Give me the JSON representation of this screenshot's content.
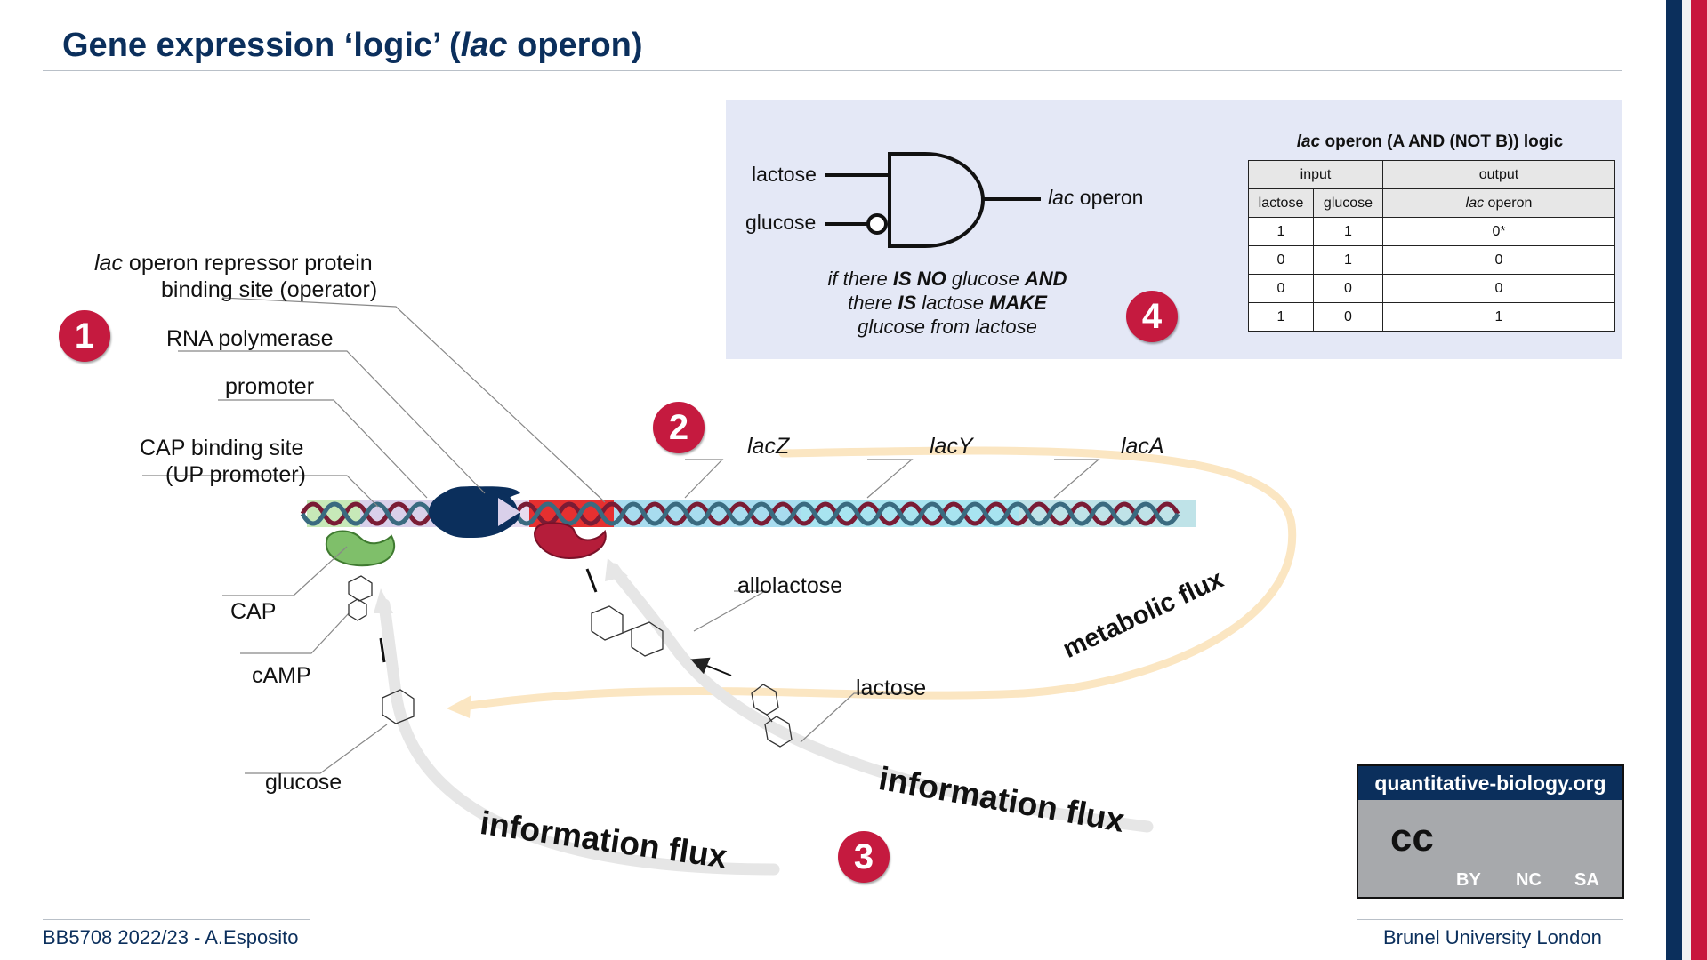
{
  "slide": {
    "title_pre": "Gene expression ‘logic’ (",
    "title_italic": "lac",
    "title_post": " operon)",
    "footer_left": "BB5708 2022/23 - A.Esposito",
    "footer_right": "Brunel University London"
  },
  "colors": {
    "navy": "#0b2f5c",
    "red": "#c8163d",
    "badge": "#c51a3f",
    "panel": "#e4e8f6",
    "metabolic": "#fbe6c2",
    "information": "#e6e6e6"
  },
  "labels": {
    "repressor_italic": "lac",
    "repressor_line1": " operon repressor protein",
    "repressor_line2": "binding site (operator)",
    "rna_polymerase": "RNA polymerase",
    "promoter": "promoter",
    "cap_site_line1": "CAP binding site",
    "cap_site_line2": "(UP promoter)",
    "lacZ": "lacZ",
    "lacY": "lacY",
    "lacA": "lacA",
    "cap": "CAP",
    "camp": "cAMP",
    "allolactose": "allolactose",
    "lactose": "lactose",
    "glucose": "glucose",
    "metabolic_flux": "metabolic flux",
    "information_flux_1": "information flux",
    "information_flux_2": "information flux"
  },
  "badges": [
    "1",
    "2",
    "3",
    "4"
  ],
  "logic": {
    "input_a": "lactose",
    "input_b": "glucose",
    "output_italic": "lac",
    "output_rest": " operon",
    "text_1a": "if there ",
    "text_1b": "IS NO",
    "text_1c": " glucose ",
    "text_1d": "AND",
    "text_2a": "there ",
    "text_2b": "IS",
    "text_2c": " lactose ",
    "text_2d": "MAKE",
    "text_3": "glucose from lactose"
  },
  "truth_table": {
    "title_italic": "lac",
    "title_rest": " operon (A AND (NOT B)) logic",
    "group_input": "input",
    "group_output": "output",
    "col_a": "lactose",
    "col_b": "glucose",
    "col_out_italic": "lac",
    "col_out_rest": " operon",
    "rows": [
      [
        "1",
        "1",
        "0*"
      ],
      [
        "0",
        "1",
        "0"
      ],
      [
        "0",
        "0",
        "0"
      ],
      [
        "1",
        "0",
        "1"
      ]
    ]
  },
  "license": {
    "url": "quantitative-biology.org",
    "by": "BY",
    "nc": "NC",
    "sa": "SA",
    "cc": "cc"
  }
}
